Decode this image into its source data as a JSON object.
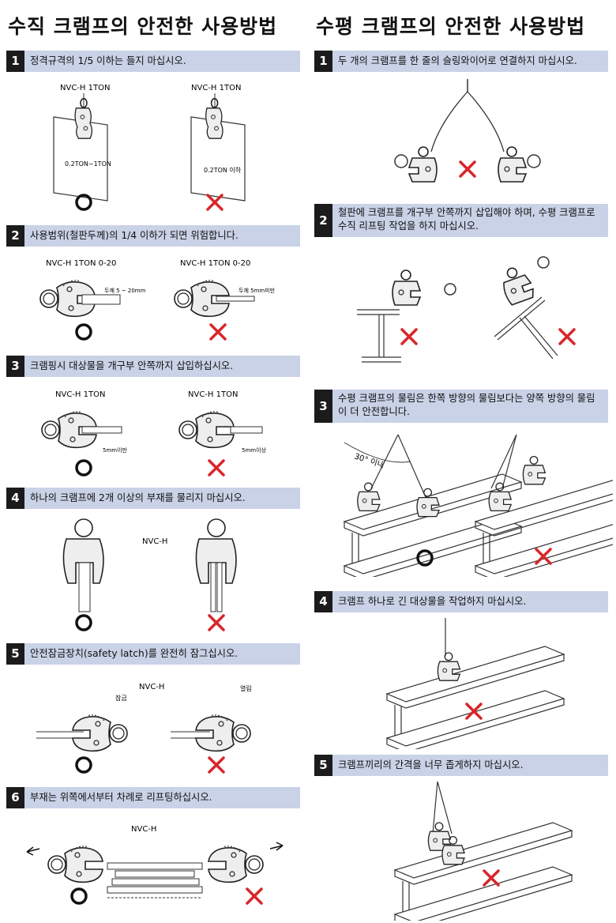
{
  "left": {
    "heading": "수직 크램프의 안전한 사용방법",
    "sections": [
      {
        "num": "1",
        "text": "정격규격의 1/5 이하는 들지 마십시오.",
        "labels": {
          "model_a": "NVC-H  1TON",
          "model_b": "NVC-H  1TON",
          "load_a": "0.2TON~1TON",
          "load_b": "0.2TON 이하"
        }
      },
      {
        "num": "2",
        "text": "사용범위(철판두께)의 1/4 이하가 되면 위험합니다.",
        "labels": {
          "model_a": "NVC-H  1TON 0-20",
          "model_b": "NVC-H  1TON 0-20",
          "thick_a": "두께 5 ~ 20mm",
          "thick_b": "두께 5mm미만"
        }
      },
      {
        "num": "3",
        "text": "크램핑시 대상물을 개구부 안쪽까지 삽입하십시오.",
        "labels": {
          "model_a": "NVC-H  1TON",
          "model_b": "NVC-H  1TON",
          "gap_a": "5mm이만",
          "gap_b": "5mm이상"
        }
      },
      {
        "num": "4",
        "text": "하나의 크램프에 2개 이상의 부재를 물리지 마십시오.",
        "labels": {
          "model": "NVC-H"
        }
      },
      {
        "num": "5",
        "text": "안전잠금장치(safety latch)를 완전히 잠그십시오.",
        "labels": {
          "model": "NVC-H",
          "lock": "잠금",
          "open": "열림"
        }
      },
      {
        "num": "6",
        "text": "부재는 위쪽에서부터 차례로 리프팅하십시오.",
        "labels": {
          "model": "NVC-H"
        }
      }
    ]
  },
  "right": {
    "heading": "수평 크램프의 안전한 사용방법",
    "sections": [
      {
        "num": "1",
        "text": "두 개의 크램프를 한 줄의 슬링와이어로 연결하지 마십시오."
      },
      {
        "num": "2",
        "text": "철판에 크램프를 개구부 안쪽까지 삽입해야 하며, 수평 크램프로 수직 리프팅 작업을 하지 마십시오."
      },
      {
        "num": "3",
        "text": "수평 크램프의 물림은 한쪽 방향의 물림보다는 양쪽 방향의 물림이 더 안전합니다.",
        "labels": {
          "angle": "30° 이내"
        }
      },
      {
        "num": "4",
        "text": "크램프 하나로 긴 대상물을 작업하지 마십시오."
      },
      {
        "num": "5",
        "text": "크램프끼리의 간격을 너무 좁게하지 마십시오."
      }
    ]
  },
  "marks": {
    "ok": "O",
    "ng": "X"
  },
  "colors": {
    "bar_bg": "#c9d2e6",
    "num_bg": "#1b1b1b",
    "ng_red": "#d8262a",
    "ok_black": "#111111"
  }
}
